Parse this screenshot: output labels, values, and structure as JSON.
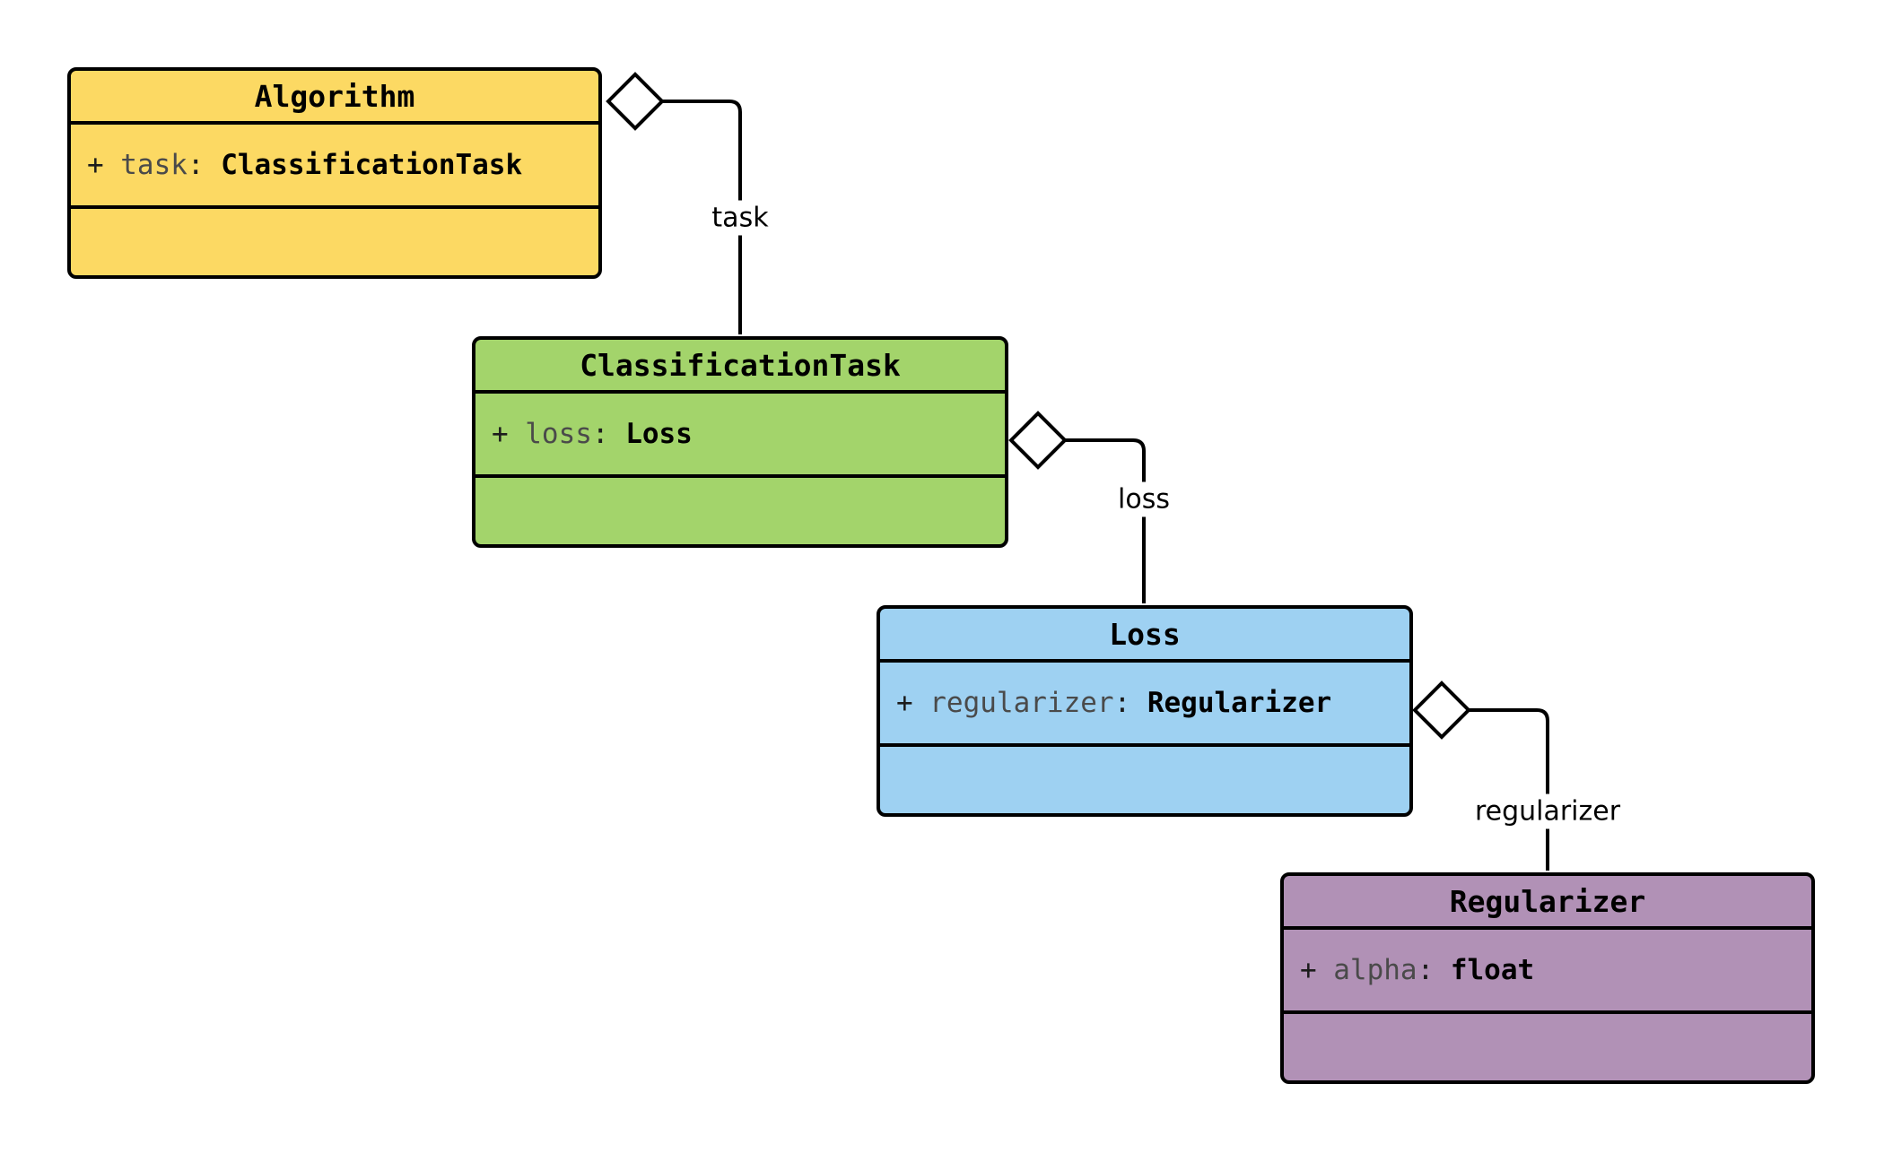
{
  "diagram": {
    "kind": "uml-class-diagram",
    "line_color": "#000000",
    "classes": [
      {
        "name": "Algorithm",
        "fill": "#FCD963",
        "attributes": [
          {
            "visibility": "+",
            "name": "task",
            "separator": ":",
            "type": "ClassificationTask"
          }
        ]
      },
      {
        "name": "ClassificationTask",
        "fill": "#A3D46B",
        "attributes": [
          {
            "visibility": "+",
            "name": "loss",
            "separator": ":",
            "type": "Loss"
          }
        ]
      },
      {
        "name": "Loss",
        "fill": "#9ED1F2",
        "attributes": [
          {
            "visibility": "+",
            "name": "regularizer",
            "separator": ":",
            "type": "Regularizer"
          }
        ]
      },
      {
        "name": "Regularizer",
        "fill": "#B191B6",
        "attributes": [
          {
            "visibility": "+",
            "name": "alpha",
            "separator": ":",
            "type": "float"
          }
        ]
      }
    ],
    "relations": [
      {
        "from": "Algorithm",
        "to": "ClassificationTask",
        "label": "task",
        "kind": "aggregation"
      },
      {
        "from": "ClassificationTask",
        "to": "Loss",
        "label": "loss",
        "kind": "aggregation"
      },
      {
        "from": "Loss",
        "to": "Regularizer",
        "label": "regularizer",
        "kind": "aggregation"
      }
    ]
  }
}
